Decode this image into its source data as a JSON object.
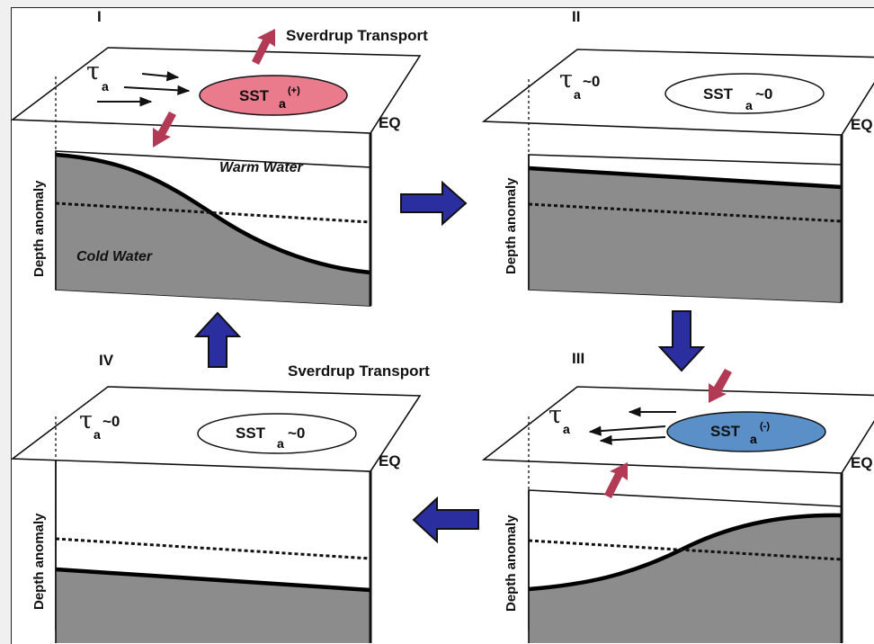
{
  "colors": {
    "warm_sst": "#ea7b8c",
    "cold_sst": "#5a8fc8",
    "water_fill": "#8c8c8c",
    "big_arrow": "#2a2e9e",
    "transport_arrow": "#b23a55"
  },
  "panels": {
    "I": {
      "roman": "I",
      "eq": "EQ",
      "depth": "Depth anomaly",
      "tau_sub": "a",
      "tau_suffix": "",
      "sst_sub": "a",
      "sst_suffix": "(+)",
      "warm_label": "Warm Water",
      "cold_label": "Cold Water",
      "transport": "Sverdrup Transport"
    },
    "II": {
      "roman": "II",
      "eq": "EQ",
      "depth": "Depth anomaly",
      "tau_sub": "a",
      "tau_suffix": "~0",
      "sst_sub": "a",
      "sst_suffix": "~0"
    },
    "III": {
      "roman": "III",
      "eq": "EQ",
      "depth": "Depth anomaly",
      "tau_sub": "a",
      "tau_suffix": "",
      "sst_sub": "a",
      "sst_suffix": "(-)"
    },
    "IV": {
      "roman": "IV",
      "eq": "EQ",
      "depth": "Depth anomaly",
      "tau_sub": "a",
      "tau_suffix": "~0",
      "sst_sub": "a",
      "sst_suffix": "~0",
      "transport": "Sverdrup Transport"
    }
  },
  "symbols": {
    "tau": "τ",
    "sst": "SST"
  }
}
